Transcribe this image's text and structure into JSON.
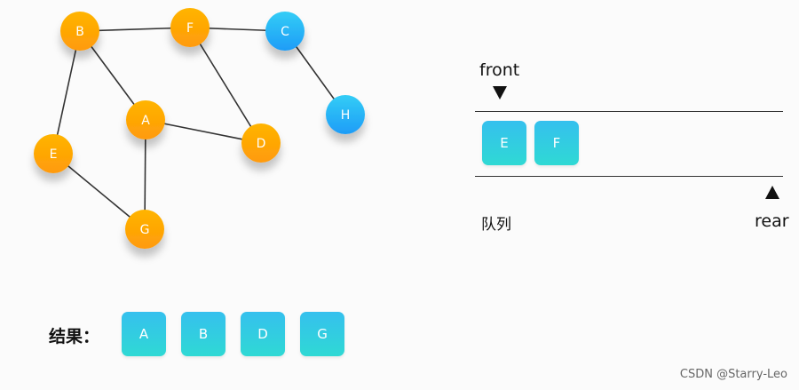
{
  "graph": {
    "nodes": [
      {
        "id": "B",
        "label": "B",
        "group": "visited"
      },
      {
        "id": "F",
        "label": "F",
        "group": "visited"
      },
      {
        "id": "C",
        "label": "C",
        "group": "unvisited"
      },
      {
        "id": "A",
        "label": "A",
        "group": "visited"
      },
      {
        "id": "D",
        "label": "D",
        "group": "visited"
      },
      {
        "id": "H",
        "label": "H",
        "group": "unvisited"
      },
      {
        "id": "E",
        "label": "E",
        "group": "visited"
      },
      {
        "id": "G",
        "label": "G",
        "group": "visited"
      }
    ],
    "edges": [
      [
        "B",
        "F"
      ],
      [
        "F",
        "C"
      ],
      [
        "C",
        "H"
      ],
      [
        "B",
        "A"
      ],
      [
        "B",
        "E"
      ],
      [
        "F",
        "D"
      ],
      [
        "A",
        "D"
      ],
      [
        "A",
        "G"
      ],
      [
        "E",
        "G"
      ]
    ],
    "colors": {
      "visited_top": "#ffb400",
      "visited_bottom": "#ff9a0a",
      "unvisited_top": "#33cdf6",
      "unvisited_bottom": "#1e9cf7",
      "edge": "#333333"
    }
  },
  "queue": {
    "front_label": "front",
    "rear_label": "rear",
    "caption": "队列",
    "items": [
      "E",
      "F"
    ]
  },
  "result": {
    "label": "结果：",
    "items": [
      "A",
      "B",
      "D",
      "G"
    ]
  },
  "watermark": "CSDN @Starry-Leo"
}
